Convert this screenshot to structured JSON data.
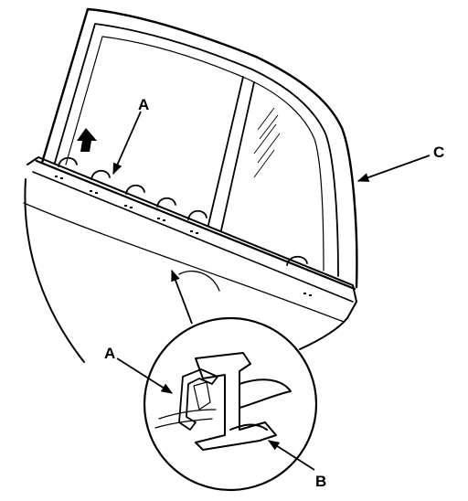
{
  "callouts": {
    "a_top": "A",
    "a_detail": "A",
    "b": "B",
    "c": "C"
  },
  "colors": {
    "line": "#000000",
    "background": "#ffffff"
  }
}
